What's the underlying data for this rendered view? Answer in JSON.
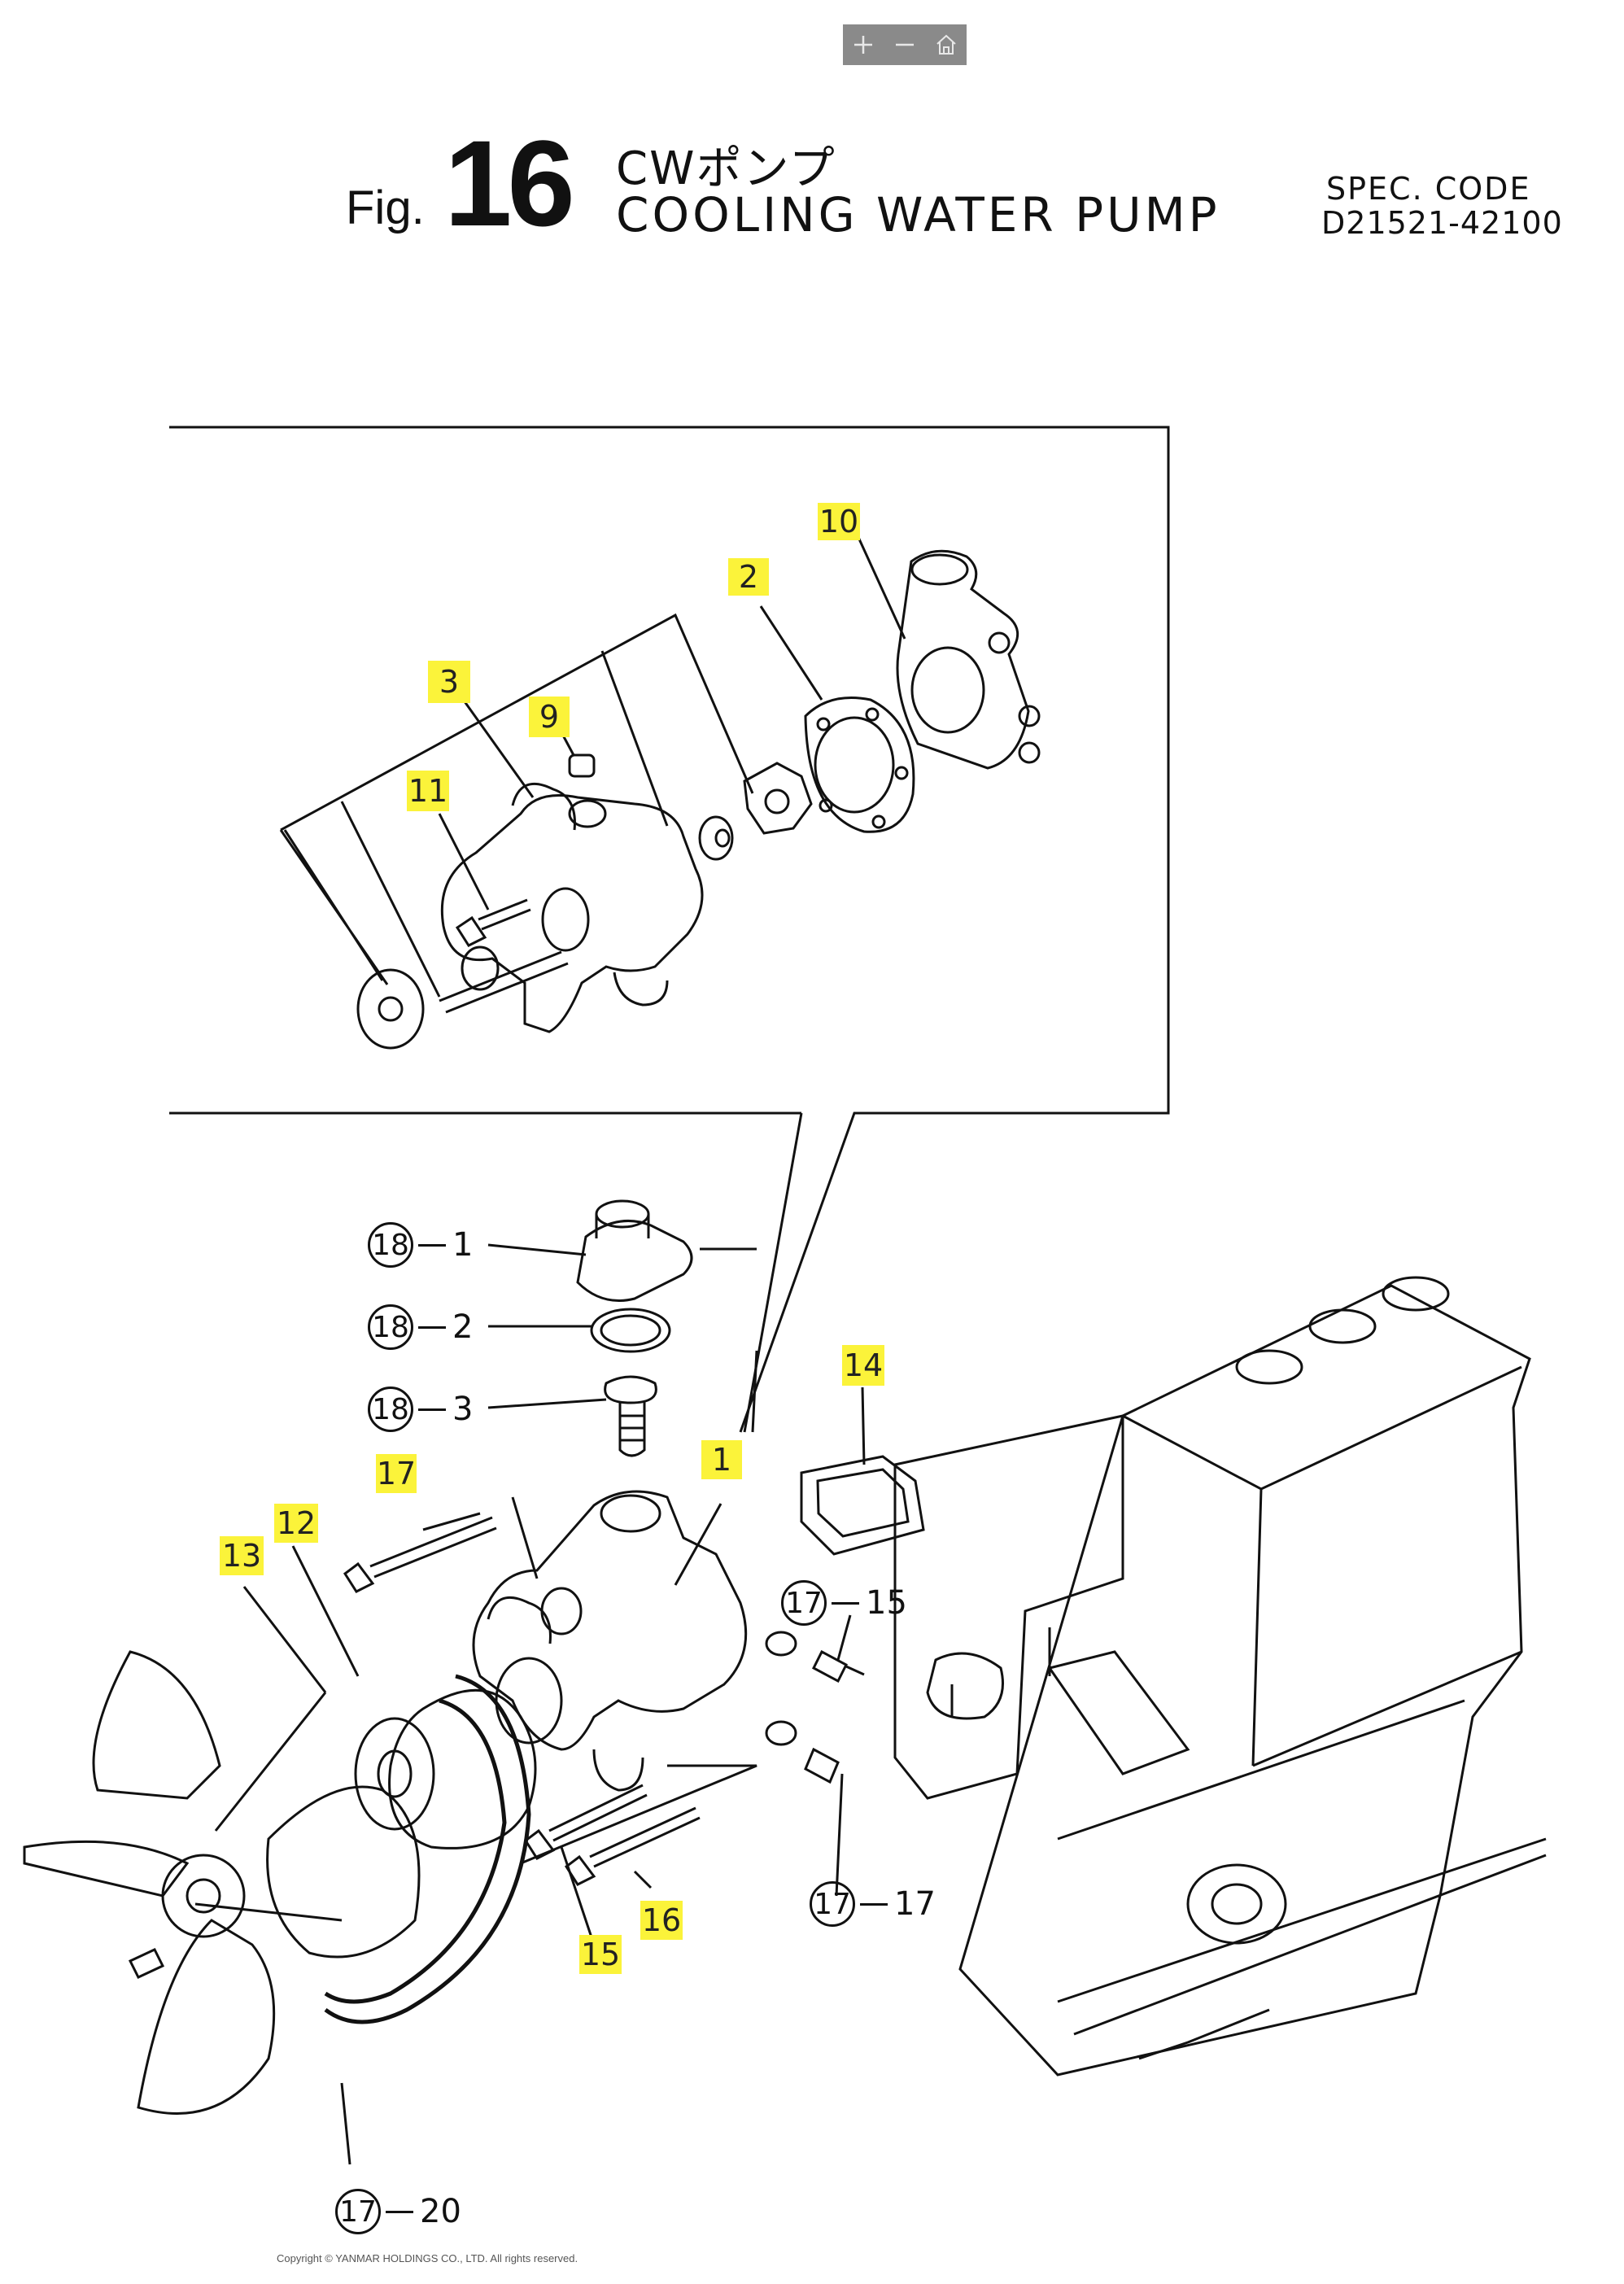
{
  "toolbar": {
    "zoom_in_icon": "plus-icon",
    "zoom_out_icon": "minus-icon",
    "home_icon": "home-icon"
  },
  "header": {
    "fig_label": "Fig.",
    "fig_number": "16",
    "title_jp": "CWポンプ",
    "title_en": "COOLING WATER PUMP",
    "spec_label": "SPEC. CODE",
    "spec_code": "D21521-42100"
  },
  "callouts": {
    "c10": "10",
    "c2": "2",
    "c3": "3",
    "c9": "9",
    "c11": "11",
    "c14": "14",
    "c1": "1",
    "c17": "17",
    "c12": "12",
    "c13": "13",
    "c16": "16",
    "c15": "15"
  },
  "references": {
    "r18_1": {
      "circle": "18",
      "sub": "1"
    },
    "r18_2": {
      "circle": "18",
      "sub": "2"
    },
    "r18_3": {
      "circle": "18",
      "sub": "3"
    },
    "r17_15": {
      "circle": "17",
      "sub": "15"
    },
    "r17_17": {
      "circle": "17",
      "sub": "17"
    },
    "r17_20": {
      "circle": "17",
      "sub": "20"
    }
  },
  "colors": {
    "highlight": "#fbf33a",
    "line": "#111111",
    "toolbar": "#8a8a8a"
  },
  "copyright": "Copyright © YANMAR HOLDINGS CO., LTD. All rights reserved."
}
